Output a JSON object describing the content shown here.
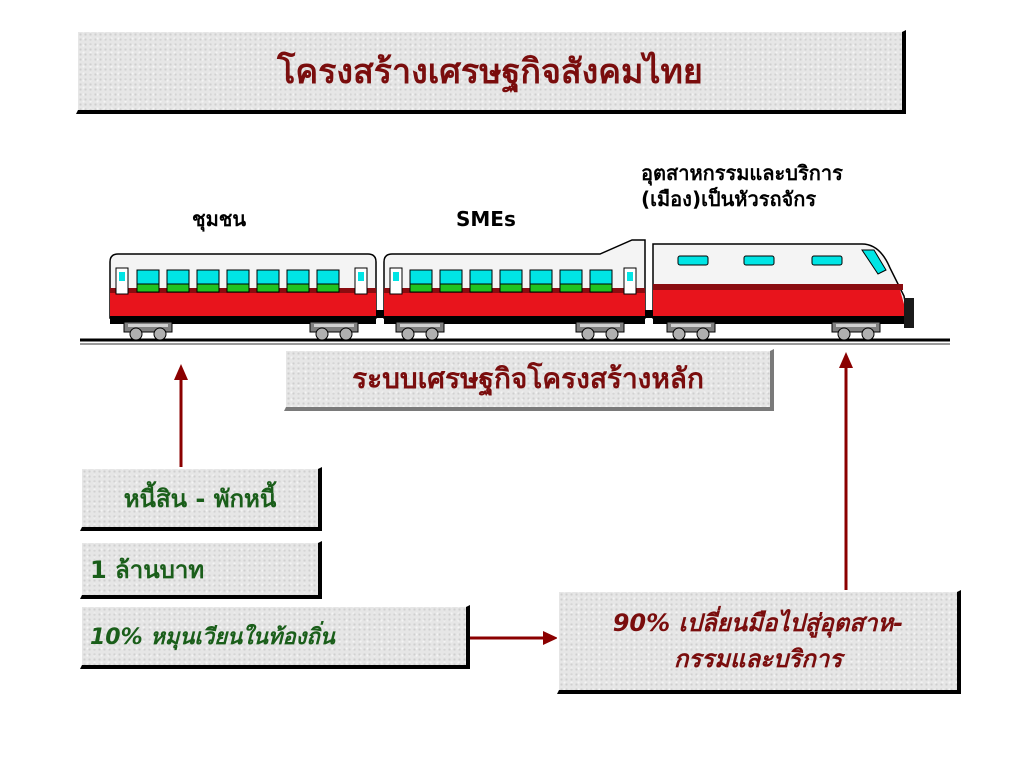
{
  "title": "โครงสร้างเศรษฐกิจสังคมไทย",
  "labels": {
    "community": "ชุมชน",
    "smes": "SMEs",
    "industry_line1": "อุตสาหกรรมและบริการ",
    "industry_line2": "(เมือง)เป็นหัวรถจักร"
  },
  "core_economy": "ระบบเศรษฐกิจโครงสร้างหลัก",
  "debt": "หนี้สิน - พักหนี้",
  "million": "1 ล้านบาท",
  "local_circulation": "10% หมุนเวียนในท้องถิ่น",
  "to_industry_line1": "90% เปลี่ยนมือไปสู่อุตสาห-",
  "to_industry_line2": "กรรมและบริการ",
  "colors": {
    "title_text": "#7a0d0d",
    "green_text": "#1a5e1a",
    "arrow": "#8b0000",
    "train_red": "#e8141c",
    "window_cyan": "#00e5e5",
    "window_green": "#21c321"
  }
}
